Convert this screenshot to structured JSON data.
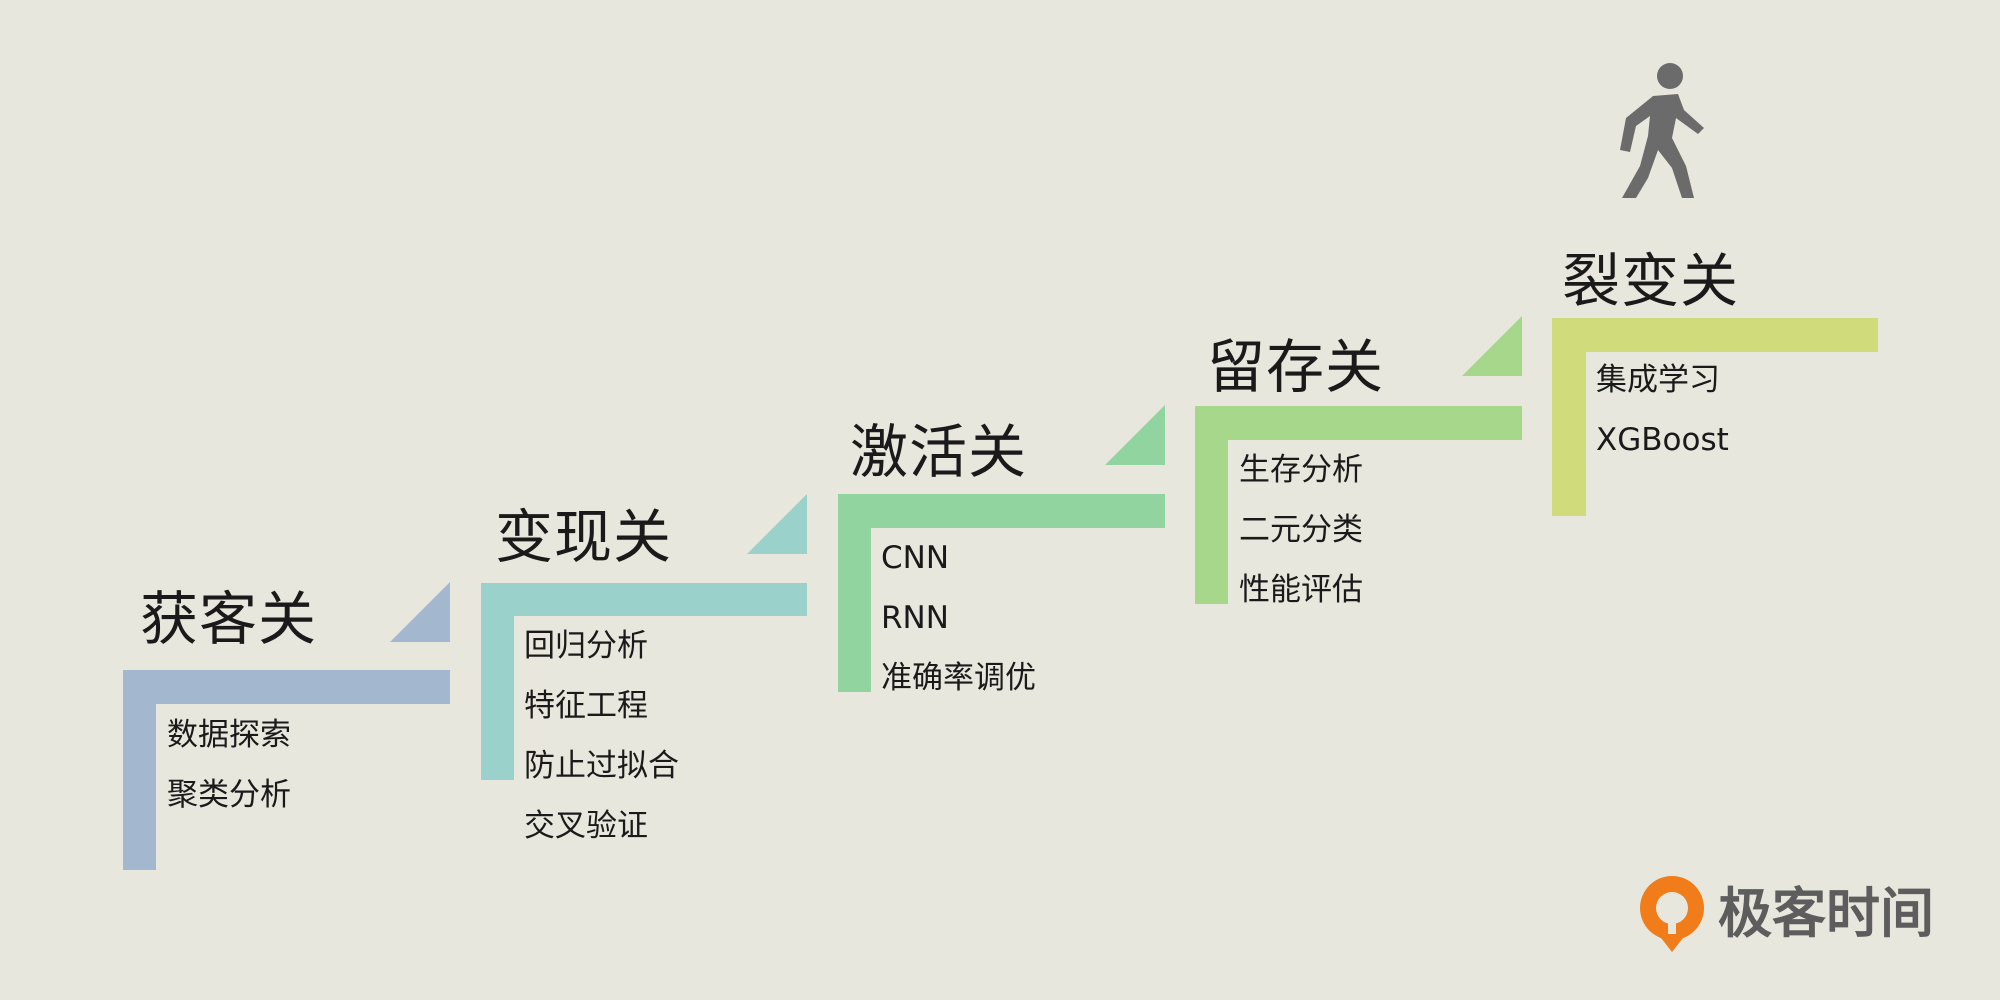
{
  "steps": [
    {
      "title": "获客关",
      "color": "#a3b7cf",
      "items": [
        "数据探索",
        "聚类分析"
      ]
    },
    {
      "title": "变现关",
      "color": "#9bd1cb",
      "items": [
        "回归分析",
        "特征工程",
        "防止过拟合",
        "交叉验证"
      ]
    },
    {
      "title": "激活关",
      "color": "#92d49f",
      "items": [
        "CNN",
        "RNN",
        "准确率调优"
      ]
    },
    {
      "title": "留存关",
      "color": "#a6d78a",
      "items": [
        "生存分析",
        "二元分类",
        "性能评估"
      ]
    },
    {
      "title": "裂变关",
      "color": "#d0dc7c",
      "items": [
        "集成学习",
        "XGBoost"
      ]
    }
  ],
  "icons": {
    "walker": "walking-person-icon",
    "logo": "geektime-logo-icon"
  },
  "brand": {
    "name": "极客时间",
    "logo_color": "#f07d1a",
    "text_color": "#5d5d5d"
  }
}
